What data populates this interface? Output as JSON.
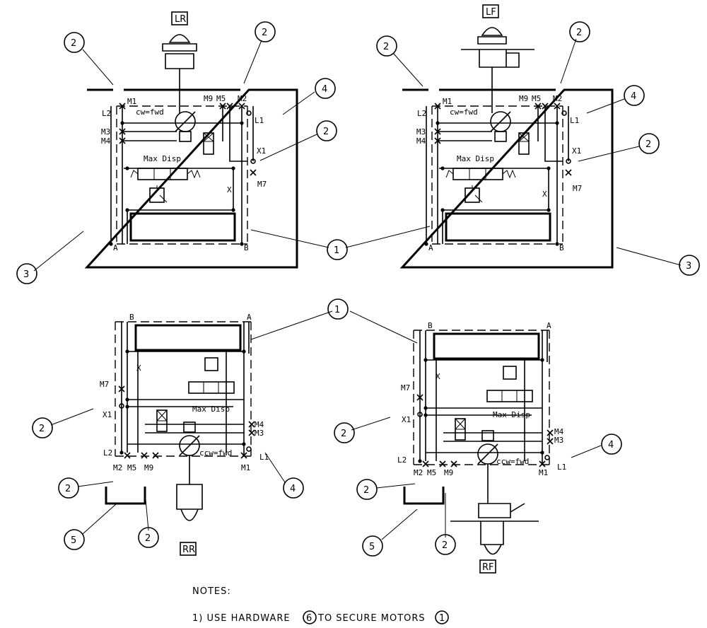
{
  "motors": [
    {
      "tag": "LR",
      "label_a": "A",
      "label_b": "B",
      "rotation": "cw=fwd",
      "max_disp": "Max  Disp"
    },
    {
      "tag": "LF",
      "label_a": "A",
      "label_b": "B",
      "rotation": "cw=fwd",
      "max_disp": "Max  Disp"
    },
    {
      "tag": "RR",
      "label_a": "A",
      "label_b": "B",
      "rotation": "ccw=fwd",
      "max_disp": "Max  Disp"
    },
    {
      "tag": "RF",
      "label_a": "A",
      "label_b": "B",
      "rotation": "ccw=fwd",
      "max_disp": "Max  Disp"
    }
  ],
  "ports": {
    "m1": "M1",
    "m2": "M2",
    "m3": "M3",
    "m4": "M4",
    "m5": "M5",
    "m7": "M7",
    "m9": "M9",
    "l1": "L1",
    "l2": "L2",
    "x1": "X1",
    "x": "X"
  },
  "callouts": {
    "one": "1",
    "two": "2",
    "three": "3",
    "four": "4",
    "five": "5"
  },
  "notes": {
    "heading": "NOTES:",
    "line1_prefix": "1)  USE  HARDWARE",
    "line1_ref": "6",
    "line1_mid": "TO  SECURE  MOTORS",
    "line1_ref2": "1"
  }
}
